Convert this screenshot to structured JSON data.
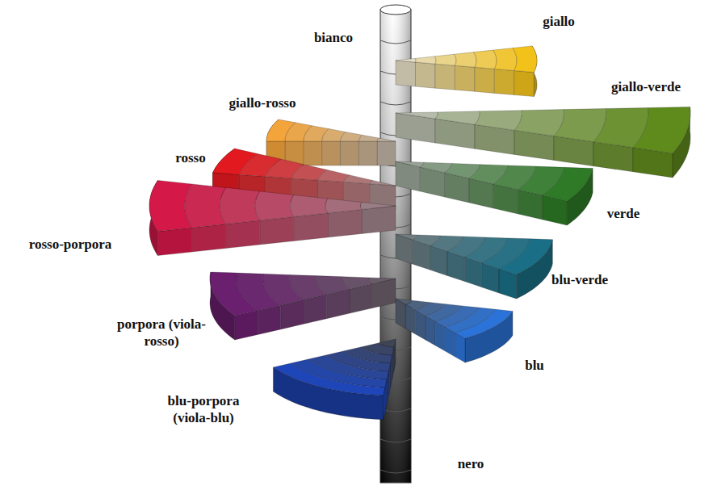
{
  "diagram": {
    "labels": [
      "bianco",
      "giallo",
      "giallo-verde",
      "giallo-rosso",
      "rosso",
      "verde",
      "rosso-porpora",
      "blu-verde",
      "porpora (viola-rosso)",
      "blu",
      "blu-porpora (viola-blu)",
      "nero"
    ]
  }
}
